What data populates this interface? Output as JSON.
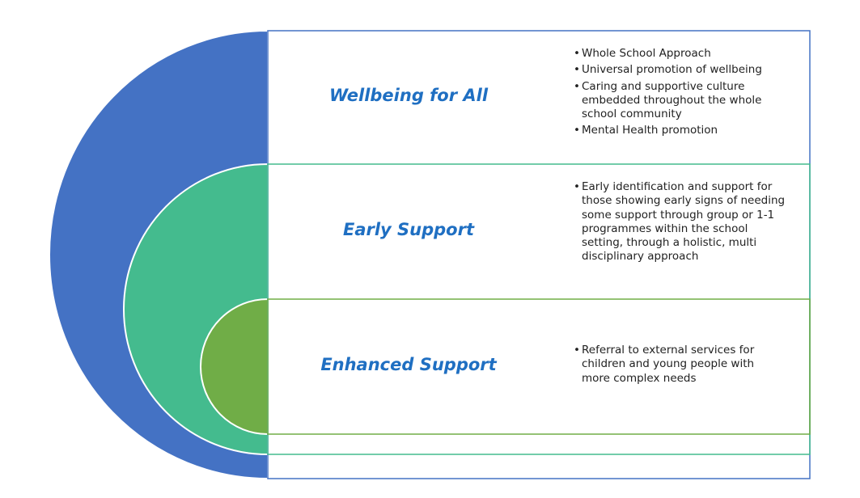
{
  "tiers": [
    {
      "title": "Wellbeing for All",
      "color": "#4472c4",
      "bullets": [
        "Whole School Approach",
        "Universal promotion of wellbeing",
        "Caring and supportive culture embedded throughout the whole school community",
        "Mental Health promotion"
      ]
    },
    {
      "title": "Early Support",
      "color": "#44bb8e",
      "bullets": [
        "Early identification and support for those showing early signs of needing some support through group or 1-1 programmes within the school setting, through a holistic, multi disciplinary approach"
      ]
    },
    {
      "title": "Enhanced Support",
      "color": "#70ad47",
      "bullets": [
        "Referral to external services for children and young people with more complex needs"
      ]
    }
  ],
  "colors": {
    "title": "#1f6fc2",
    "text": "#222222"
  }
}
